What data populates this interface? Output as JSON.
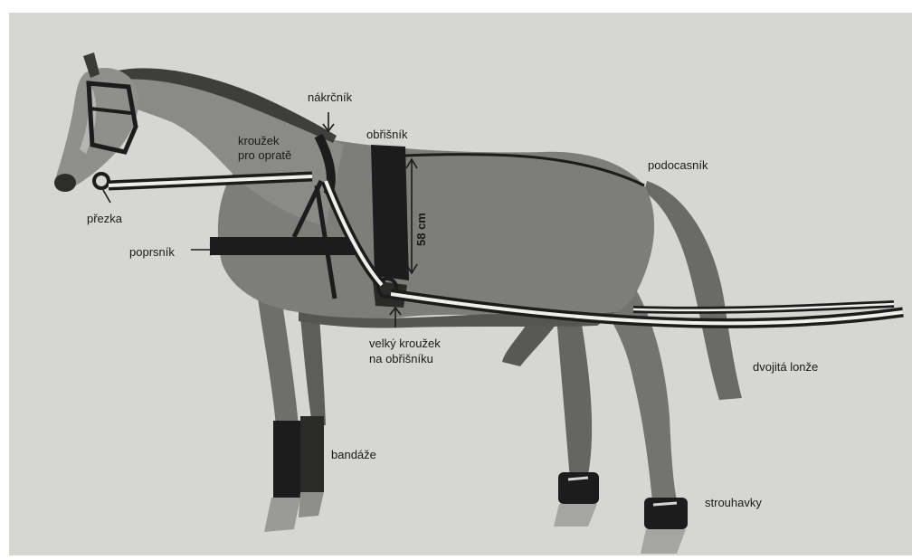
{
  "labels": {
    "nakrcnik": "nákrčník",
    "krouzek_line1": "kroužek",
    "krouzek_line2": "pro opratě",
    "obrisnik": "obřišník",
    "prezka": "přezka",
    "poprsnik": "poprsník",
    "measure": "58 cm",
    "podocasnik": "podocasník",
    "velky_line1": "velký kroužek",
    "velky_line2": "na obřišníku",
    "dvojita_lonze": "dvojitá lonže",
    "bandaze": "bandáže",
    "strouhavky": "strouhavky"
  },
  "colors": {
    "paper": "#d6d7d2",
    "horse": "#7d7e7a",
    "horse_dark": "#4a4b48",
    "tack": "#1c1c1c",
    "rein_light": "#efefec"
  }
}
